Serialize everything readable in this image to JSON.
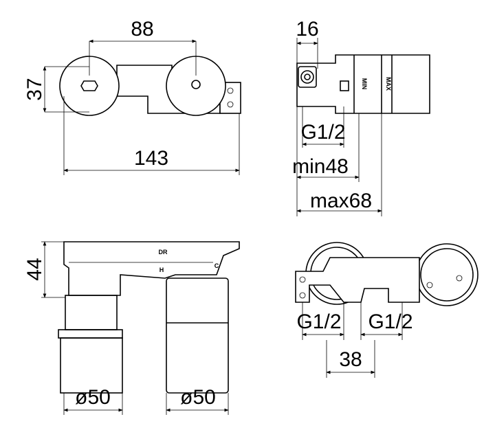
{
  "top_view": {
    "width_between_centers": "88",
    "depth": "37",
    "overall_length": "143"
  },
  "side_view": {
    "offset": "16",
    "thread": "G1/2",
    "min_depth": "min48",
    "max_depth": "max68",
    "label_min": "MIN",
    "label_max": "MAX"
  },
  "front_view": {
    "height": "44",
    "left_diameter": "ø50",
    "right_diameter": "ø50",
    "label_brand": "DR",
    "label_hot": "H",
    "label_cold": "C"
  },
  "bottom_view": {
    "thread_left": "G1/2",
    "thread_right": "G1/2",
    "outlet_spacing": "38"
  }
}
